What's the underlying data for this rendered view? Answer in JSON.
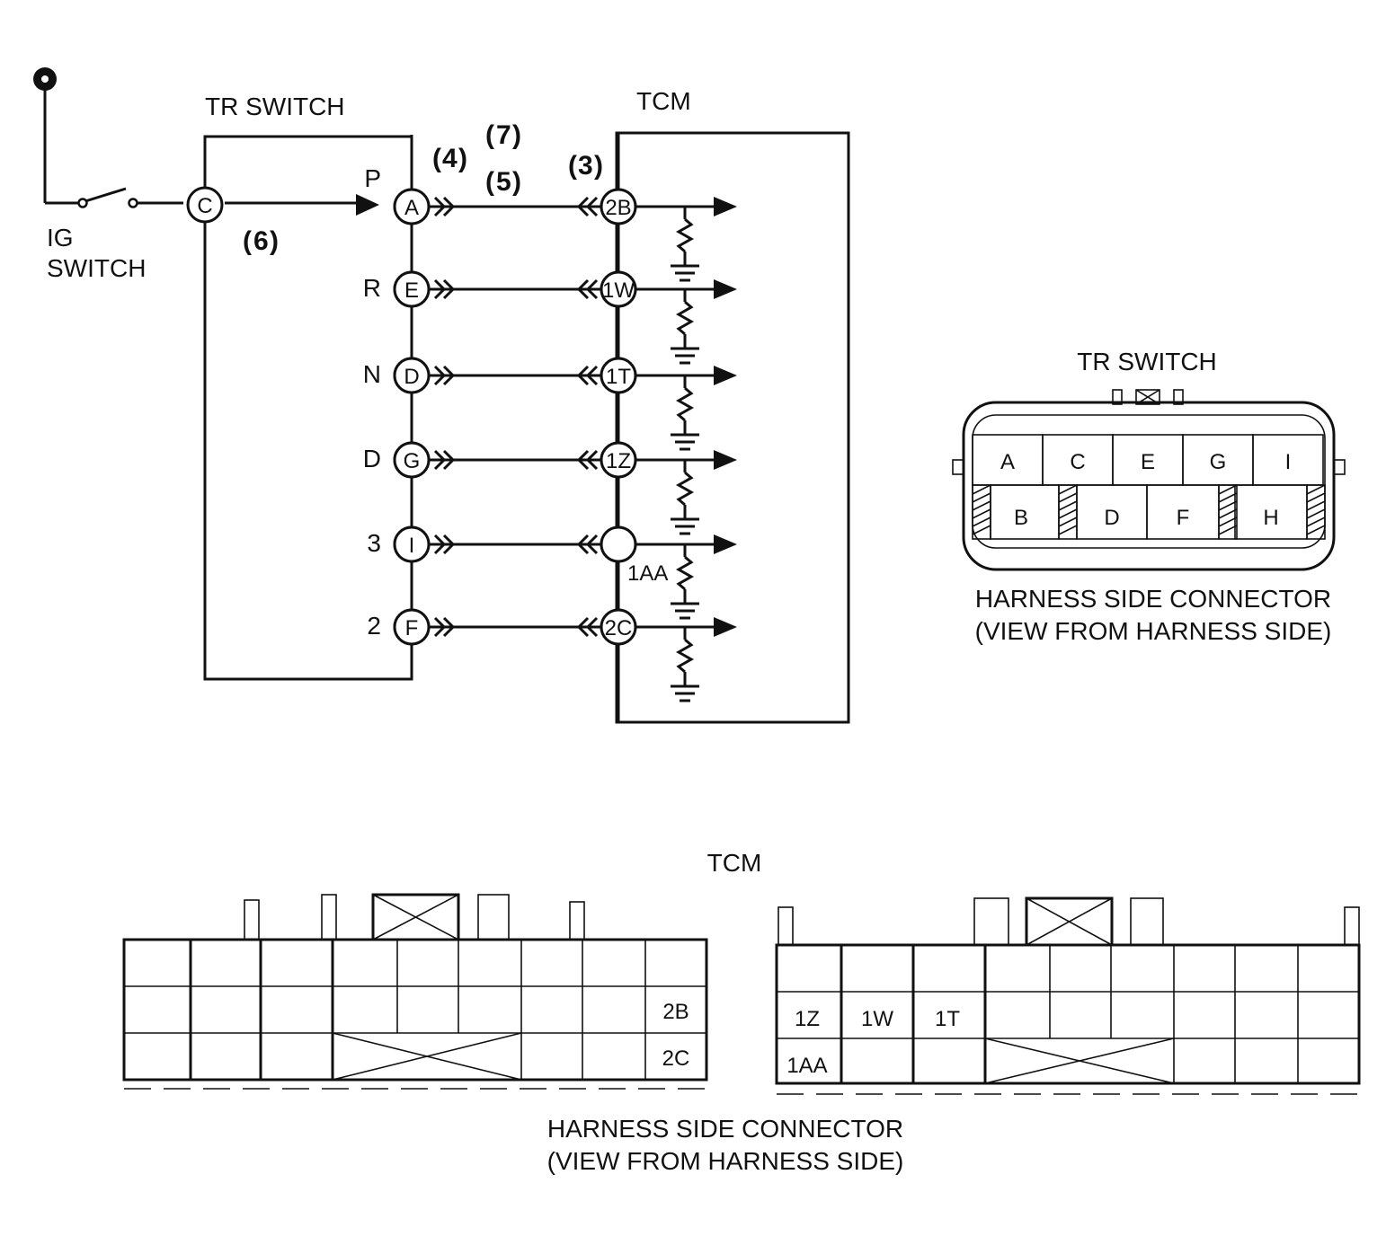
{
  "schematic": {
    "tr_switch_title": "TR SWITCH",
    "tcm_title": "TCM",
    "ig_switch_label": [
      "IG",
      "SWITCH"
    ],
    "tr_pins": [
      {
        "position": "P",
        "pin": "A"
      },
      {
        "position": "R",
        "pin": "E"
      },
      {
        "position": "N",
        "pin": "D"
      },
      {
        "position": "D",
        "pin": "G"
      },
      {
        "position": "3",
        "pin": "I"
      },
      {
        "position": "2",
        "pin": "F"
      }
    ],
    "source_pin": "C",
    "tcm_pins": [
      "2B",
      "1W",
      "1T",
      "1Z",
      "",
      "2C"
    ],
    "tcm_pin_1aa_label": "1AA",
    "step_markers": {
      "s3": "3",
      "s4": "4",
      "s5": "5",
      "s6": "6",
      "s7": "7"
    }
  },
  "tr_connector": {
    "title": "TR SWITCH",
    "top_row": [
      "A",
      "C",
      "E",
      "G",
      "I"
    ],
    "bottom_row": [
      "B",
      "D",
      "F",
      "H"
    ],
    "caption": [
      "HARNESS SIDE CONNECTOR",
      "(VIEW FROM HARNESS SIDE)"
    ]
  },
  "tcm_connectors": {
    "title": "TCM",
    "left_labels": [
      "2B",
      "2C"
    ],
    "right_labels": [
      "1Z",
      "1W",
      "1T",
      "1AA"
    ],
    "caption": [
      "HARNESS SIDE CONNECTOR",
      "(VIEW FROM HARNESS SIDE)"
    ]
  }
}
